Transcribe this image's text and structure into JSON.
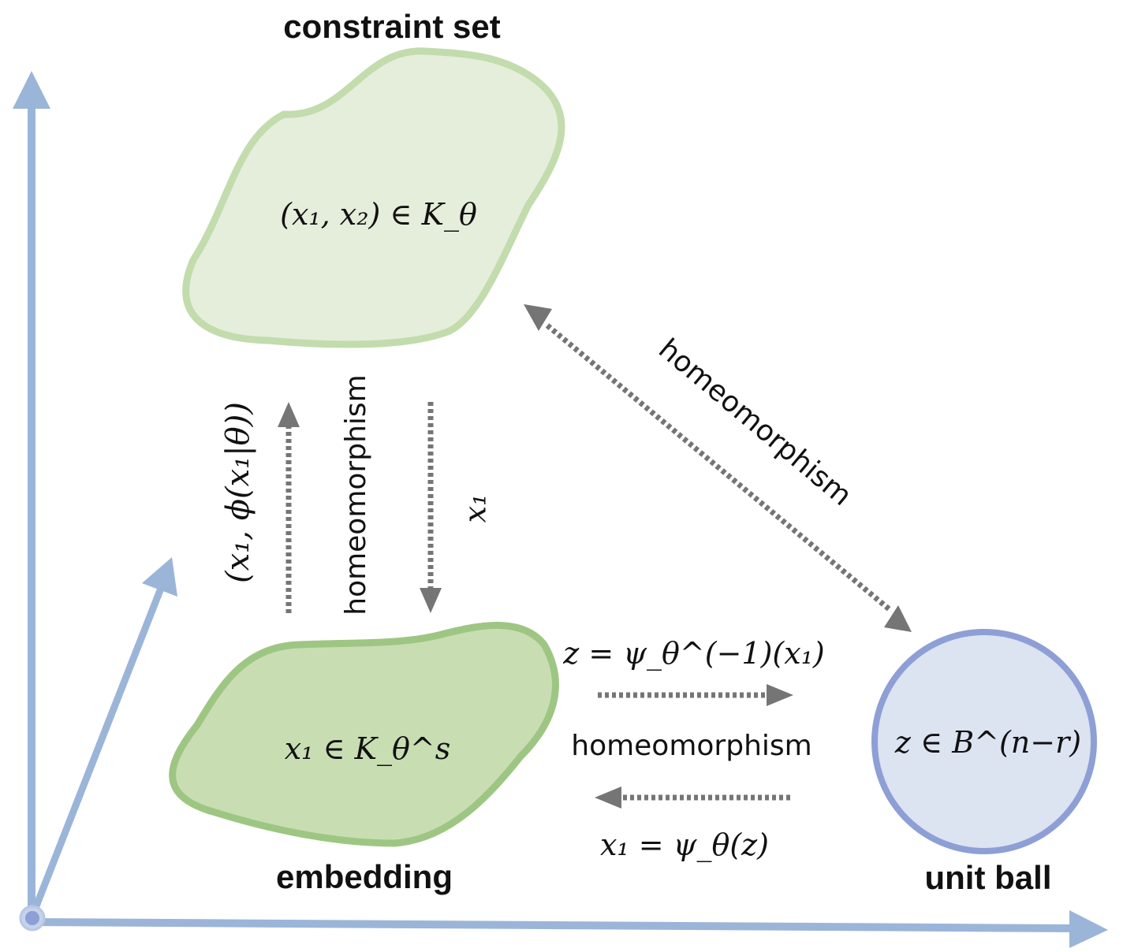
{
  "labels": {
    "constraint_set": "constraint set",
    "embedding": "embedding",
    "unit_ball": "unit ball",
    "homeo_diag": "homeomorphism",
    "homeo_vertical": "homeomorphism",
    "homeo_horizontal": "homeomorphism"
  },
  "math": {
    "constraint_expr": "(x₁, x₂) ∈ K_θ",
    "embedding_expr": "x₁ ∈ K_θ^s",
    "ball_expr": "z ∈ B^(n−r)",
    "up_arrow_expr": "(x₁, ϕ(x₁|θ))",
    "down_arrow_expr": "x₁",
    "forward_map": "z = ψ_θ^(−1)(x₁)",
    "inverse_map": "x₁ = ψ_θ(z)"
  },
  "colors": {
    "axis": "#9bb5d8",
    "constraint_fill": "#e5eedb",
    "constraint_stroke": "#c2dcad",
    "embedding_fill": "#c9ddb3",
    "embedding_stroke": "#9ec683",
    "ball_fill": "#dce3f1",
    "ball_stroke": "#8d9fd5",
    "arrow": "#757575"
  }
}
